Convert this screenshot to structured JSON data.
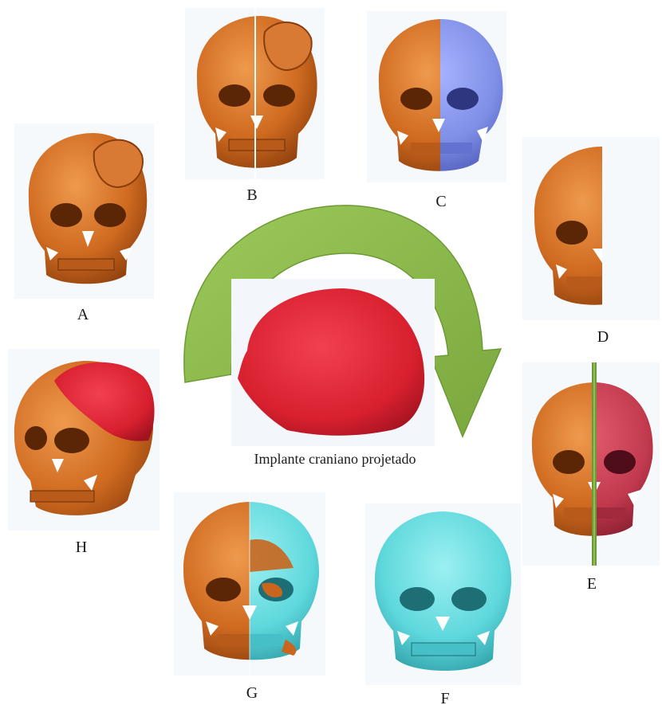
{
  "figure": {
    "caption": "Implante craniano projetado",
    "labels": {
      "a": "A",
      "b": "B",
      "c": "C",
      "d": "D",
      "e": "E",
      "f": "F",
      "g": "G",
      "h": "H"
    }
  },
  "colors": {
    "bone_orange": "#c9651c",
    "bone_orange_light": "#e58a3e",
    "bone_orange_dark": "#8a3d0c",
    "mirror_blue": "#7f8fe6",
    "mirror_blue_dark": "#4a56b8",
    "implant_red": "#e0283a",
    "implant_red_dark": "#a3131f",
    "overlay_crimson": "#c23a4e",
    "cyan": "#5ed8dc",
    "cyan_dark": "#2a9aa2",
    "arrow_green": "#8bb84c",
    "arrow_green_dark": "#6e9a36"
  }
}
